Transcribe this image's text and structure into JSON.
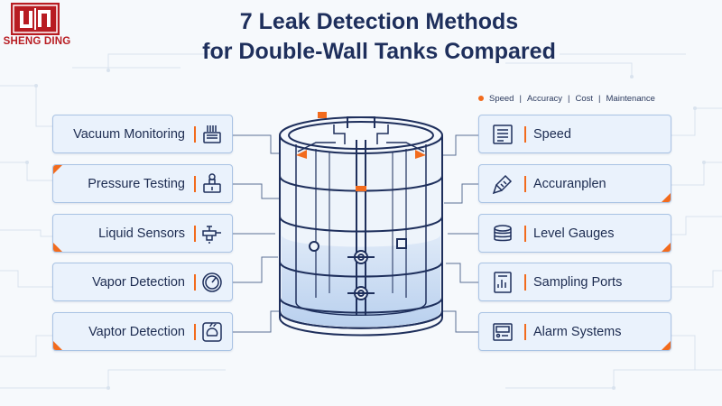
{
  "brand": {
    "name": "SHENG DING",
    "color": "#b81c22",
    "logo_icon": "sheng-ding-logo"
  },
  "title": {
    "line1": "7 Leak Detection Methods",
    "line2": "for Double-Wall Tanks Compared"
  },
  "legend": {
    "items": [
      "Speed",
      "Accuracy",
      "Cost",
      "Maintenance"
    ],
    "separator": "|",
    "dot_color": "#f26b1d"
  },
  "left_methods": [
    {
      "label": "Vacuum Monitoring",
      "icon": "vacuum-gauge-icon"
    },
    {
      "label": "Pressure Testing",
      "icon": "pressure-valve-icon"
    },
    {
      "label": "Liquid Sensors",
      "icon": "faucet-sensor-icon"
    },
    {
      "label": "Vapor Detection",
      "icon": "dial-gauge-icon"
    },
    {
      "label": "Vaptor Detection",
      "icon": "vapor-sensor-icon"
    }
  ],
  "right_criteria": [
    {
      "label": "Speed",
      "icon": "document-icon"
    },
    {
      "label": "Accuranplen",
      "icon": "probe-icon"
    },
    {
      "label": "Level Gauges",
      "icon": "layers-icon"
    },
    {
      "label": "Sampling Ports",
      "icon": "report-chart-icon"
    },
    {
      "label": "Alarm Systems",
      "icon": "alarm-panel-icon"
    }
  ],
  "colors": {
    "accent": "#f26b1d",
    "card_bg": "#eaf2fc",
    "card_border": "#a9c3e4",
    "outline": "#1e2f5c",
    "tank_fill": "#c9dcf3"
  }
}
